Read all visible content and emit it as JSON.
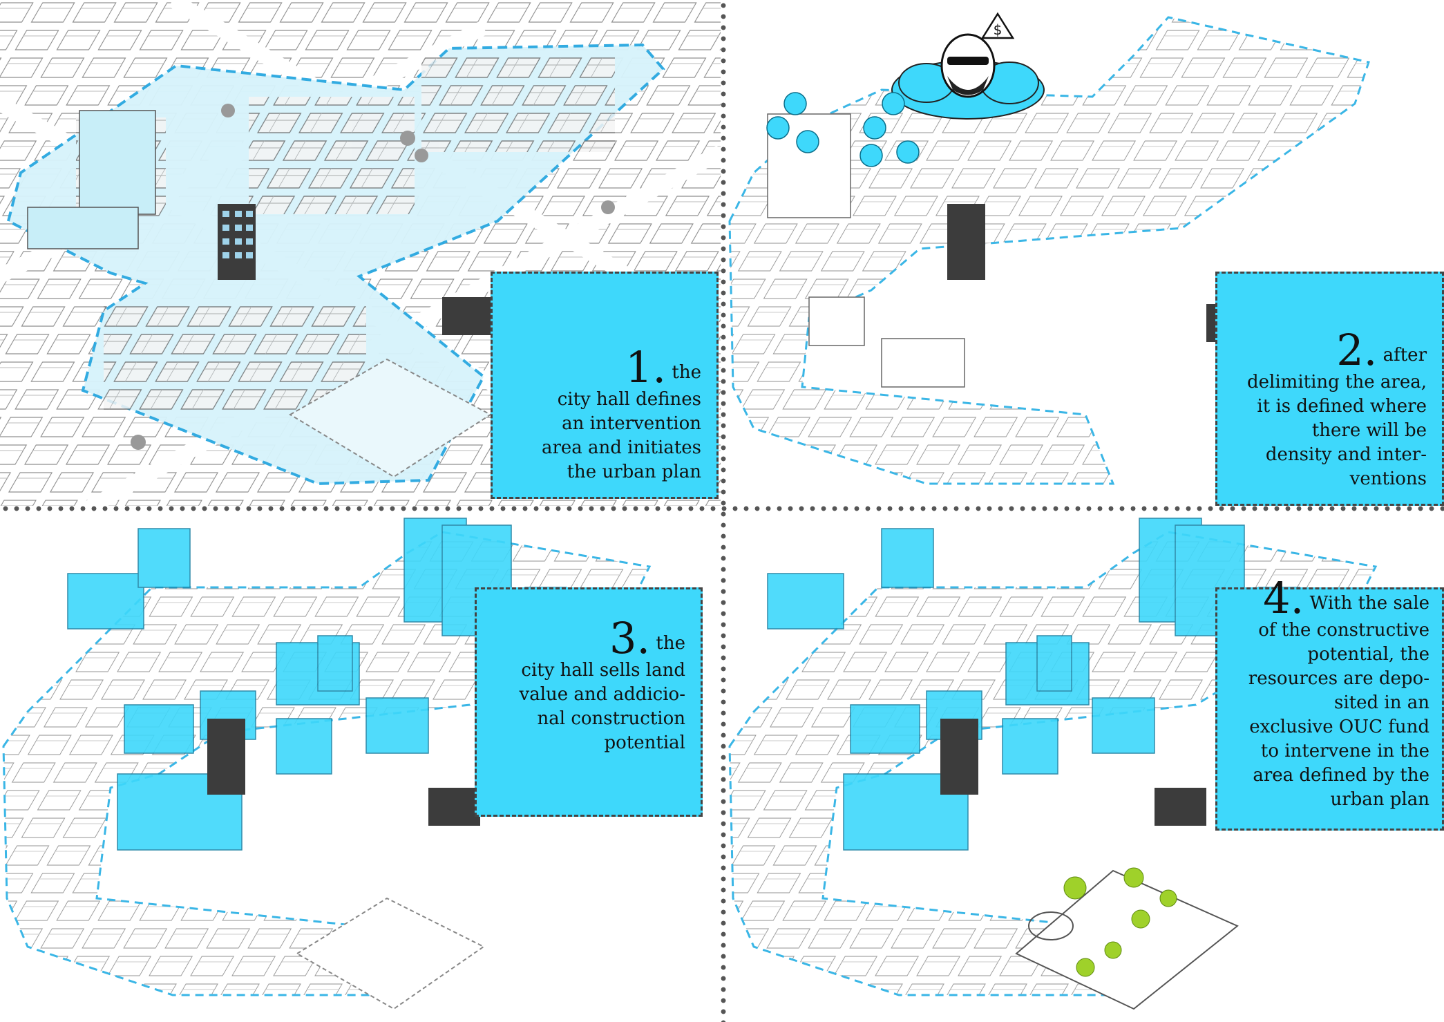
{
  "steps": [
    {
      "number": "1.",
      "lead": "the",
      "text": "city hall defines\nan intervention\narea and initiates\nthe urban plan"
    },
    {
      "number": "2.",
      "lead": "after",
      "text": "delimiting the area,\nit is defined where\nthere will be\ndensity and inter-\nventions"
    },
    {
      "number": "3.",
      "lead": "the",
      "text": "city hall sells land\nvalue and addicio-\nnal construction\npotential"
    },
    {
      "number": "4.",
      "lead": "With the sale",
      "text": "of the constructive\npotential, the\nresources are depo-\nsited in an\nexclusive OUC fund\nto intervene in the\narea defined by the\nurban plan"
    }
  ],
  "colors": {
    "accent_cyan": "#3ed8fb",
    "area_fill": "#d7f3fb",
    "boundary": "#2aa8e0",
    "dark_building": "#3c3c3c",
    "tree_green": "#9fd12a"
  },
  "icons": [
    "dollar-sign-icon",
    "warning-sign-icon"
  ]
}
